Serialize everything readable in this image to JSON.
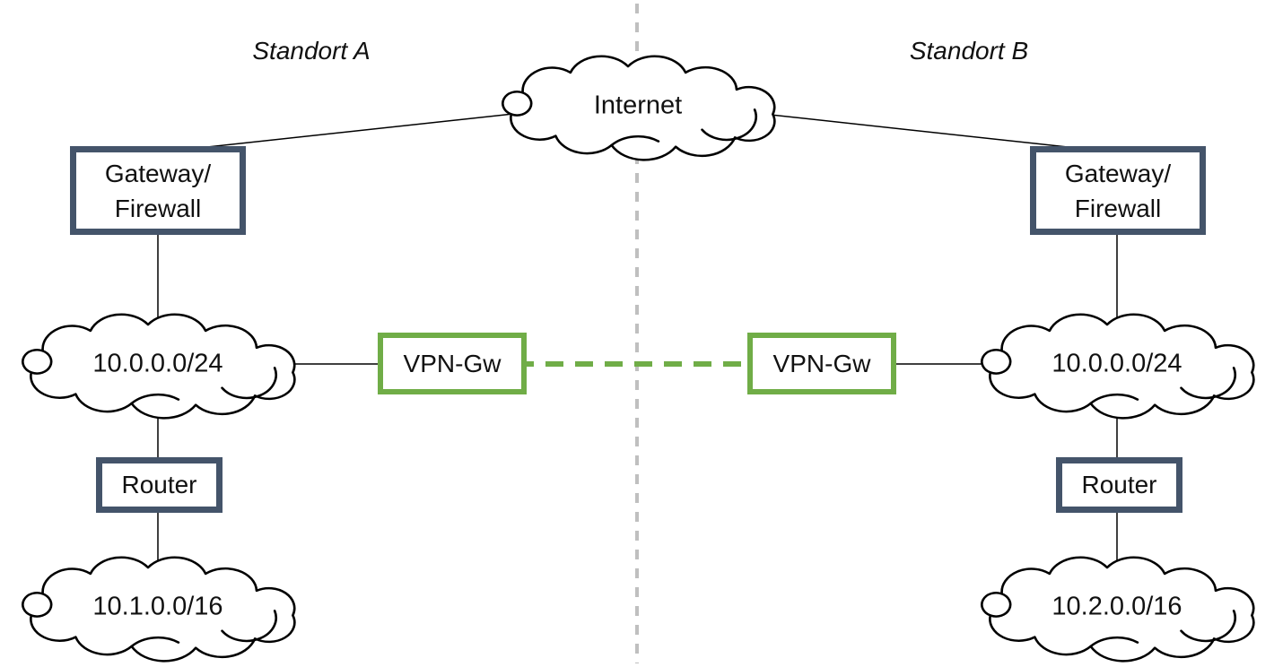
{
  "titles": {
    "site_a": "Standort A",
    "site_b": "Standort B"
  },
  "internet": {
    "label": "Internet"
  },
  "site_a": {
    "gateway_line1": "Gateway/",
    "gateway_line2": "Firewall",
    "lan_cloud": "10.0.0.0/24",
    "vpn_gateway": "VPN-Gw",
    "router": "Router",
    "subnet_cloud": "10.1.0.0/16"
  },
  "site_b": {
    "gateway_line1": "Gateway/",
    "gateway_line2": "Firewall",
    "lan_cloud": "10.0.0.0/24",
    "vpn_gateway": "VPN-Gw",
    "router": "Router",
    "subnet_cloud": "10.2.0.0/16"
  },
  "colors": {
    "node_border_dark": "#44546A",
    "vpn_green": "#70AD47",
    "divider_gray": "#BFBFBF",
    "connector_black": "#000000",
    "cloud_fill": "#FFFFFF"
  }
}
